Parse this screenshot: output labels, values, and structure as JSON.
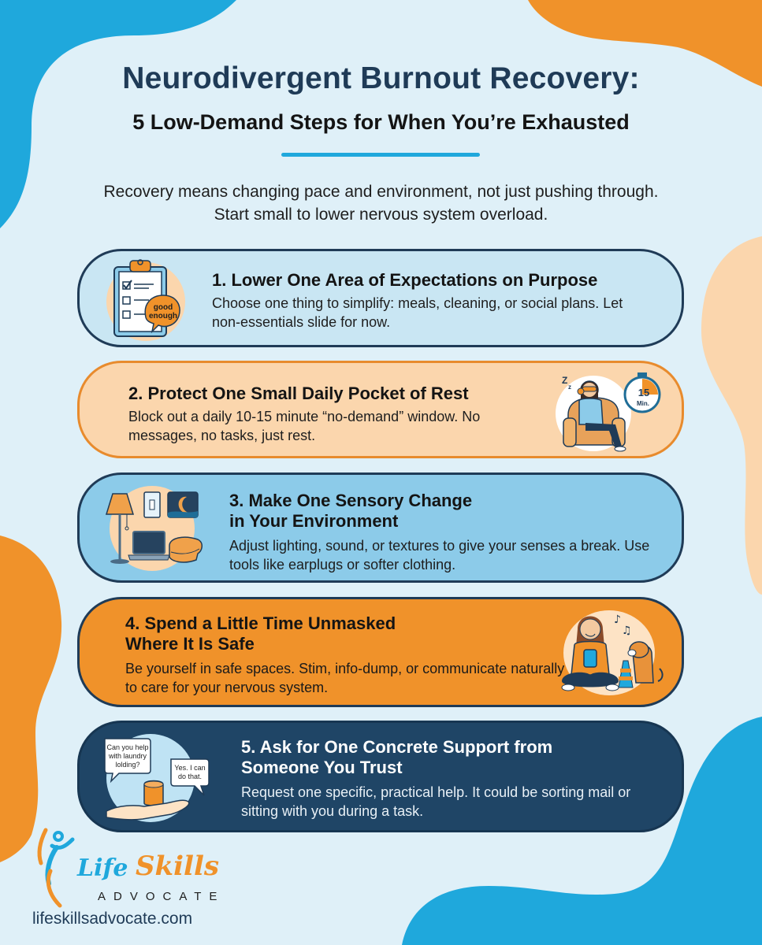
{
  "header": {
    "title": "Neurodivergent Burnout Recovery:",
    "subtitle": "5 Low-Demand Steps for When You’re Exhausted",
    "intro": "Recovery means changing pace and environment, not just pushing through. Start small to lower nervous system overload."
  },
  "steps": [
    {
      "heading": "1. Lower One Area of Expectations on Purpose",
      "description": "Choose one thing to simplify: meals, cleaning, or social plans. Let non-essentials slide for now.",
      "icon": "clipboard-checklist-icon",
      "badge": "good enough",
      "badge_lines": [
        "good",
        "enough"
      ]
    },
    {
      "heading": "2. Protect One Small Daily Pocket of Rest",
      "description": "Block out a daily 10-15 minute “no-demand” window. No messages, no tasks, just rest.",
      "icon": "resting-person-timer-icon",
      "timer_value": "15",
      "timer_unit": "Min.",
      "sleep_glyph": "Z z"
    },
    {
      "heading": "3. Make One Sensory Change in Your Environment",
      "heading_lines": [
        "3. Make One Sensory Change",
        "in Your Environment"
      ],
      "description": "Adjust lighting, sound, or textures to give your senses a break. Use tools like earplugs or softer clothing.",
      "icon": "sensory-items-icon"
    },
    {
      "heading": "4. Spend a Little Time Unmasked Where It Is Safe",
      "heading_lines": [
        "4. Spend a Little Time Unmasked",
        "Where It Is Safe"
      ],
      "description": "Be yourself in safe spaces. Stim, info-dump, or communicate naturally to care for your nervous system.",
      "icon": "person-with-dog-icon"
    },
    {
      "heading": "5. Ask for One Concrete Support from Someone You Trust",
      "heading_lines": [
        "5. Ask for One Concrete Support from",
        "Someone You Trust"
      ],
      "description": "Request one specific, practical help. It could be sorting mail or sitting with you during a task.",
      "icon": "helping-hand-speech-icon",
      "bubble_question_lines": [
        "Can you help",
        "with laundry",
        "lolding?"
      ],
      "bubble_answer_lines": [
        "Yes. I can",
        "do that."
      ]
    }
  ],
  "footer": {
    "logo_word1": "Life",
    "logo_word2": "Skills",
    "logo_word3": "ADVOCATE",
    "website": "lifeskillsadvocate.com"
  },
  "colors": {
    "background": "#dff0f8",
    "navy": "#1f3b57",
    "accent_blue": "#1fa8dc",
    "orange": "#f0922a",
    "peach": "#fbd6ad",
    "card1": "#c9e6f3",
    "card3": "#8ccbe9",
    "card5": "#1f4566"
  }
}
